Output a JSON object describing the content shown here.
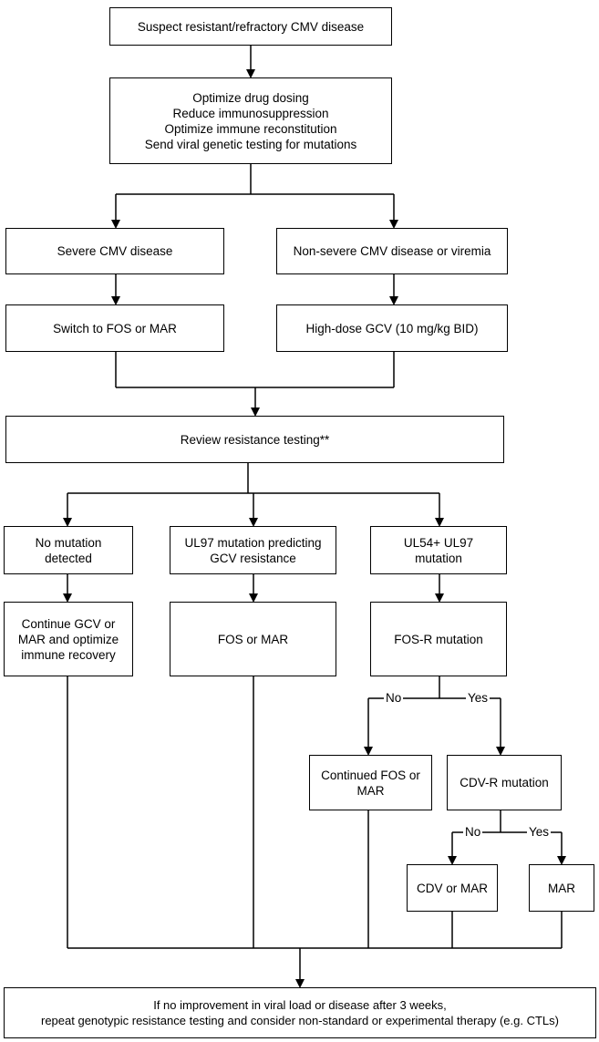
{
  "nodes": {
    "suspect": "Suspect resistant/refractory CMV disease",
    "optimize": "Optimize drug dosing\nReduce immunosuppression\nOptimize immune reconstitution\nSend viral genetic testing for mutations",
    "severe": "Severe CMV disease",
    "nonsevere": "Non-severe CMV disease or viremia",
    "switch": "Switch to FOS or MAR",
    "highdose": "High-dose GCV (10 mg/kg BID)",
    "review": "Review resistance testing**",
    "nomutation": "No mutation\ndetected",
    "ul97": "UL97 mutation predicting\nGCV resistance",
    "ul54": "UL54+ UL97\nmutation",
    "continue_gcv": "Continue GCV or\nMAR and optimize\nimmune recovery",
    "fos_or_mar": "FOS or MAR",
    "fosr": "FOS-R mutation",
    "continued_fos": "Continued FOS or\nMAR",
    "cdvr": "CDV-R mutation",
    "cdv_or_mar": "CDV or MAR",
    "mar": "MAR",
    "final": "If no improvement in viral load or disease after 3 weeks,\nrepeat genotypic resistance testing and consider non-standard or experimental therapy (e.g. CTLs)"
  },
  "edge_labels": {
    "fosr_no": "No",
    "fosr_yes": "Yes",
    "cdvr_no": "No",
    "cdvr_yes": "Yes"
  }
}
